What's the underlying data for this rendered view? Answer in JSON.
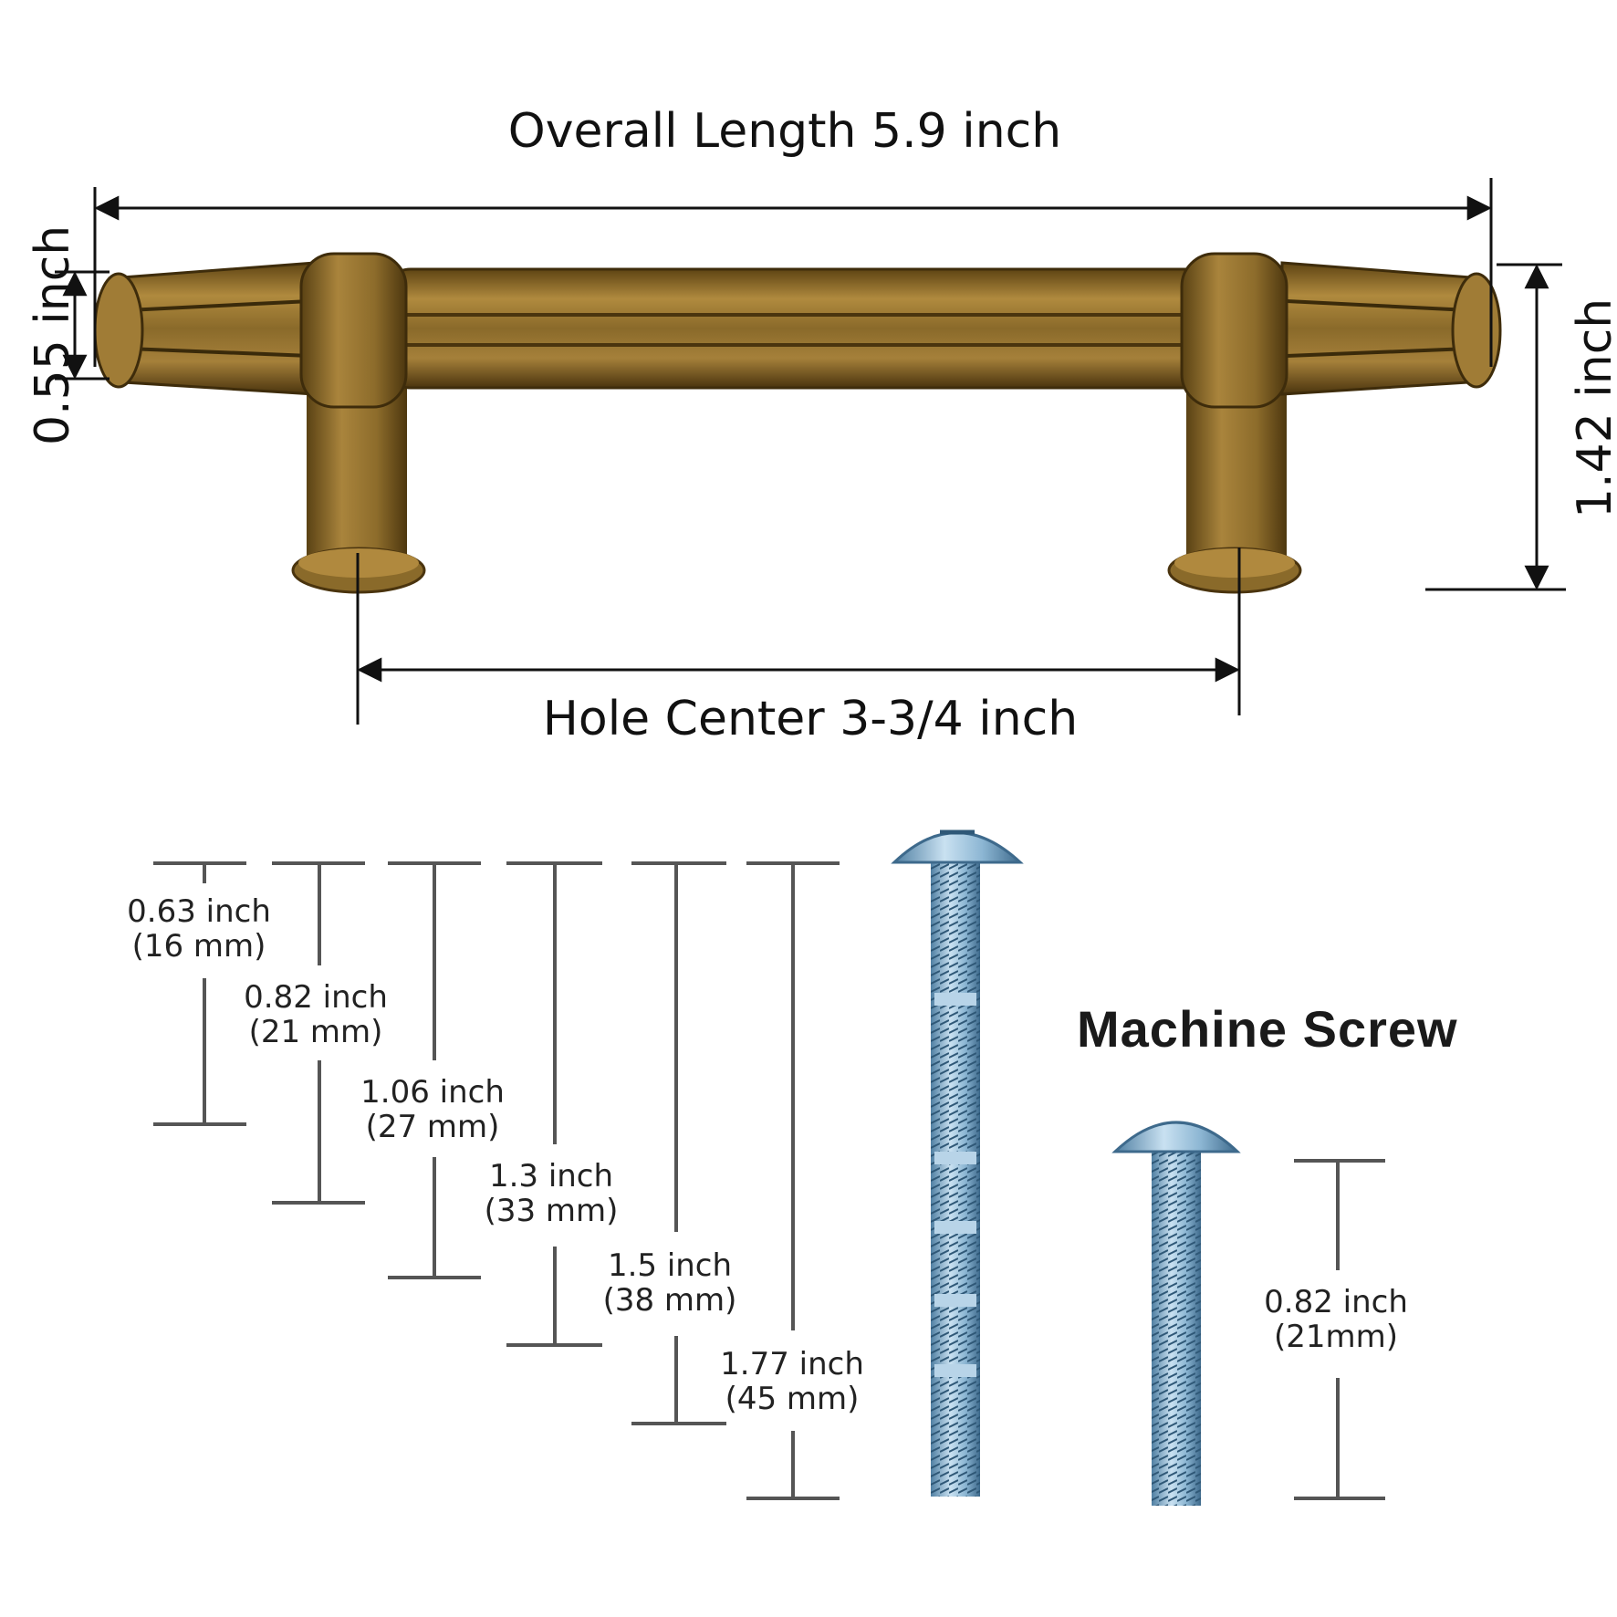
{
  "handle": {
    "overall_length": "Overall Length 5.9 inch",
    "hole_center": "Hole Center 3-3/4 inch",
    "bar_diameter": "0.55 inch",
    "projection": "1.42 inch",
    "finish_color": "#8f6d2c"
  },
  "screw_type": "Machine Screw",
  "breakaway_lengths": [
    {
      "inch": "0.63 inch",
      "mm": "(16 mm)"
    },
    {
      "inch": "0.82 inch",
      "mm": "(21 mm)"
    },
    {
      "inch": "1.06 inch",
      "mm": "(27 mm)"
    },
    {
      "inch": "1.3 inch",
      "mm": "(33 mm)"
    },
    {
      "inch": "1.5 inch",
      "mm": "(38 mm)"
    },
    {
      "inch": "1.77 inch",
      "mm": "(45 mm)"
    }
  ],
  "machine_screw_length": {
    "inch": "0.82 inch",
    "mm": "(21mm)"
  },
  "screw_color": "#8fb9d6"
}
